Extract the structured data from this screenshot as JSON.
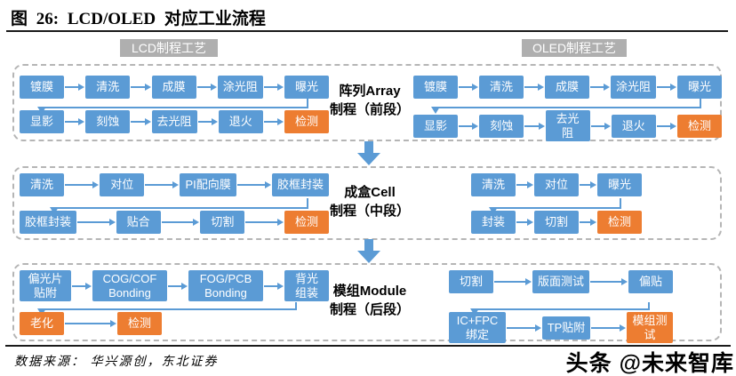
{
  "figure": {
    "title": "图 26: LCD/OLED 对应工业流程"
  },
  "headers": {
    "lcd": "LCD制程工艺",
    "oled": "OLED制程工艺"
  },
  "sections": [
    {
      "label1": "阵列Array",
      "label2": "制程（前段）",
      "lcd": {
        "row1": [
          "镀膜",
          "清洗",
          "成膜",
          "涂光阻",
          "曝光"
        ],
        "row2": [
          "显影",
          "刻蚀",
          "去光阻",
          "退火",
          "检测"
        ]
      },
      "oled": {
        "row1": [
          "镀膜",
          "清洗",
          "成膜",
          "涂光阻",
          "曝光"
        ],
        "row2": [
          "显影",
          "刻蚀",
          "去光阻",
          "退火",
          "检测"
        ]
      }
    },
    {
      "label1": "成盒Cell",
      "label2": "制程（中段）",
      "lcd": {
        "row1": [
          "清洗",
          "对位",
          "PI配向膜",
          "胶框封装"
        ],
        "row2": [
          "胶框封装",
          "贴合",
          "切割",
          "检测"
        ]
      },
      "oled": {
        "row1": [
          "清洗",
          "对位",
          "曝光"
        ],
        "row2": [
          "封装",
          "切割",
          "检测"
        ]
      }
    },
    {
      "label1": "模组Module",
      "label2": "制程（后段）",
      "lcd": {
        "row1": [
          "偏光片贴附",
          "COG/COF Bonding",
          "FOG/PCB Bonding",
          "背光组装"
        ],
        "row2": [
          "老化",
          "检测"
        ]
      },
      "oled": {
        "row1": [
          "切割",
          "版面测试",
          "偏贴"
        ],
        "row2": [
          "IC+FPC绑定",
          "TP贴附",
          "模组测试"
        ]
      }
    }
  ],
  "footer": {
    "source": "数据来源： 华兴源创，东北证券",
    "watermark": "头条 @未来智库"
  },
  "colors": {
    "process_blue": "#5B9BD5",
    "inspect_orange": "#ED7D31",
    "header_gray": "#AFAFAF"
  }
}
